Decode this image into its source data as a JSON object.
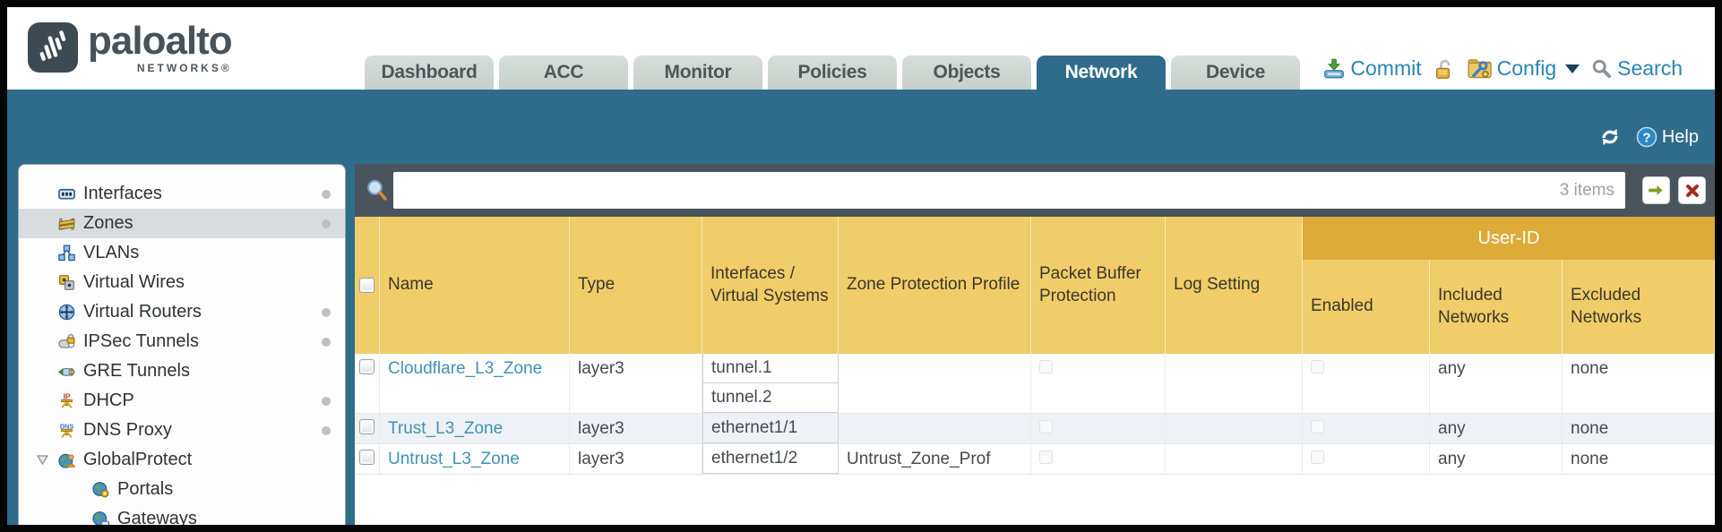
{
  "brand": {
    "name": "paloalto",
    "subname": "NETWORKS®"
  },
  "nav": {
    "tabs": [
      {
        "label": "Dashboard",
        "active": false
      },
      {
        "label": "ACC",
        "active": false
      },
      {
        "label": "Monitor",
        "active": false
      },
      {
        "label": "Policies",
        "active": false
      },
      {
        "label": "Objects",
        "active": false
      },
      {
        "label": "Network",
        "active": true
      },
      {
        "label": "Device",
        "active": false
      }
    ],
    "actions": {
      "commit": "Commit",
      "config": "Config",
      "search": "Search"
    }
  },
  "page_tools": {
    "help_label": "Help"
  },
  "sidebar": {
    "items": [
      {
        "label": "Interfaces",
        "icon": "interfaces-icon",
        "dot": true,
        "selected": false,
        "indent": 0
      },
      {
        "label": "Zones",
        "icon": "zones-icon",
        "dot": true,
        "selected": true,
        "indent": 0
      },
      {
        "label": "VLANs",
        "icon": "vlans-icon",
        "dot": false,
        "selected": false,
        "indent": 0
      },
      {
        "label": "Virtual Wires",
        "icon": "virtual-wires-icon",
        "dot": false,
        "selected": false,
        "indent": 0
      },
      {
        "label": "Virtual Routers",
        "icon": "virtual-routers-icon",
        "dot": true,
        "selected": false,
        "indent": 0
      },
      {
        "label": "IPSec Tunnels",
        "icon": "ipsec-tunnels-icon",
        "dot": true,
        "selected": false,
        "indent": 0
      },
      {
        "label": "GRE Tunnels",
        "icon": "gre-tunnels-icon",
        "dot": false,
        "selected": false,
        "indent": 0
      },
      {
        "label": "DHCP",
        "icon": "dhcp-icon",
        "dot": true,
        "selected": false,
        "indent": 0
      },
      {
        "label": "DNS Proxy",
        "icon": "dns-proxy-icon",
        "dot": true,
        "selected": false,
        "indent": 0
      },
      {
        "label": "GlobalProtect",
        "icon": "globalprotect-icon",
        "dot": false,
        "selected": false,
        "indent": 0,
        "expanded": true
      },
      {
        "label": "Portals",
        "icon": "portals-icon",
        "dot": false,
        "selected": false,
        "indent": 1
      },
      {
        "label": "Gateways",
        "icon": "gateways-icon",
        "dot": false,
        "selected": false,
        "indent": 1
      }
    ]
  },
  "filter": {
    "value": "",
    "placeholder": "",
    "items_count": "3 items"
  },
  "table": {
    "group_header": "User-ID",
    "columns": [
      "Name",
      "Type",
      "Interfaces / Virtual Systems",
      "Zone Protection Profile",
      "Packet Buffer Protection",
      "Log Setting",
      "Enabled",
      "Included Networks",
      "Excluded Networks"
    ],
    "rows": [
      {
        "name": "Cloudflare_L3_Zone",
        "type": "layer3",
        "interfaces": [
          "tunnel.1",
          "tunnel.2"
        ],
        "zone_protection_profile": "",
        "packet_buffer_protection": false,
        "log_setting": "",
        "enabled": false,
        "included_networks": "any",
        "excluded_networks": "none"
      },
      {
        "name": "Trust_L3_Zone",
        "type": "layer3",
        "interfaces": [
          "ethernet1/1"
        ],
        "zone_protection_profile": "",
        "packet_buffer_protection": false,
        "log_setting": "",
        "enabled": false,
        "included_networks": "any",
        "excluded_networks": "none"
      },
      {
        "name": "Untrust_L3_Zone",
        "type": "layer3",
        "interfaces": [
          "ethernet1/2"
        ],
        "zone_protection_profile": "Untrust_Zone_Prof",
        "packet_buffer_protection": false,
        "log_setting": "",
        "enabled": false,
        "included_networks": "any",
        "excluded_networks": "none"
      }
    ]
  },
  "colors": {
    "header_teal": "#2f6c8c",
    "filter_bar": "#4a545d",
    "table_header_gold": "#f1cd69",
    "user_id_band_gold": "#dcab38",
    "link_blue": "#3e92b4",
    "action_blue": "#2b84b4"
  }
}
